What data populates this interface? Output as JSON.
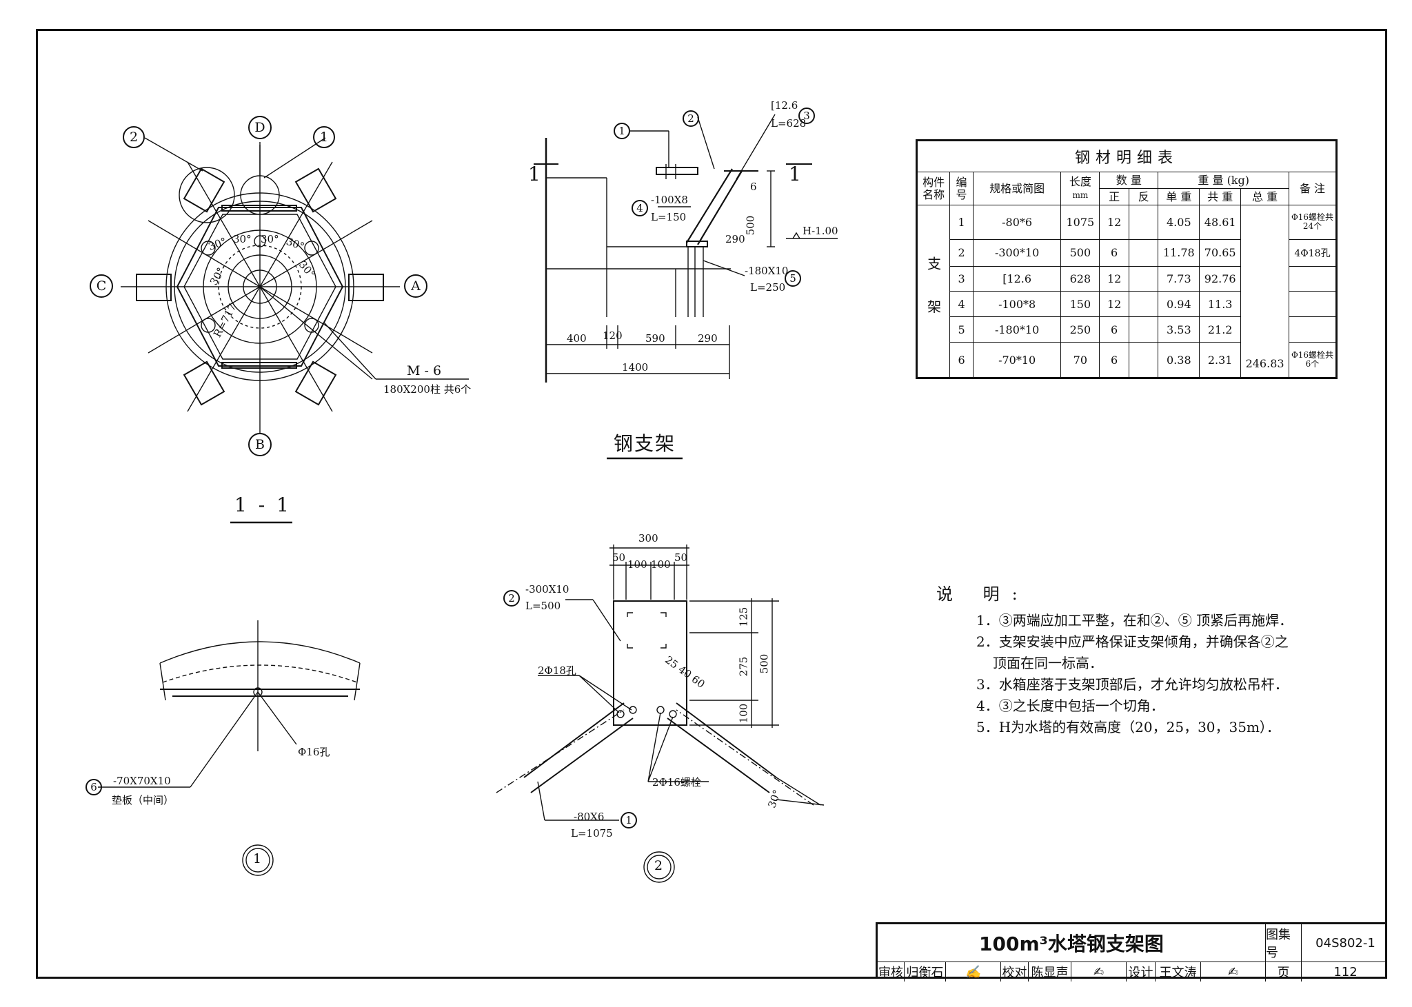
{
  "section_view": {
    "title": "1 - 1",
    "axis_labels": [
      "A",
      "B",
      "C",
      "D"
    ],
    "callouts": [
      "1",
      "2"
    ],
    "angle_labels": [
      "30°",
      "30°",
      "30°",
      "30°",
      "30°",
      "30°"
    ],
    "radius_label": "R=717",
    "column_label_1": "M - 6",
    "column_label_2": "180X200柱  共6个"
  },
  "bracket_view": {
    "title": "钢支架",
    "section_marks": [
      "1",
      "1"
    ],
    "part_markers": [
      "1",
      "2",
      "3",
      "4",
      "5"
    ],
    "part3_spec": "[12.6",
    "part3_len": "L=628",
    "part4_spec": "-100X8",
    "part4_len": "L=150",
    "part5_spec": "-180X10",
    "part5_len": "L=250",
    "elev": "H-1.00",
    "weld": "6",
    "dim_500": "500",
    "dim_290_top": "290",
    "dims_bottom": [
      "400",
      "120",
      "590",
      "290"
    ],
    "dim_total": "1400"
  },
  "detail1": {
    "marker": "1",
    "hole": "Φ16孔",
    "part_no": "6",
    "spec": "-70X70X10",
    "desc": "垫板（中间）"
  },
  "detail2": {
    "marker": "2",
    "dim_top": "300",
    "dims_top_row": [
      "50",
      "100",
      "100",
      "50"
    ],
    "part2_no": "2",
    "part2_spec": "-300X10",
    "part2_len": "L=500",
    "holes": "2Φ18孔",
    "dims_right": [
      "125",
      "275",
      "100"
    ],
    "dim_right_total": "500",
    "dims_bolt": "25 40 60",
    "bolts": "2Φ16螺栓",
    "part1_no": "1",
    "part1_spec": "-80X6",
    "part1_len": "L=1075",
    "angle": "30°"
  },
  "steel_table": {
    "title": "钢材明细表",
    "headers": {
      "member": "构件名称",
      "no": "编号",
      "spec": "规格或简图",
      "length": "长度",
      "length_unit": "mm",
      "qty": "数  量",
      "qty_pos": "正",
      "qty_neg": "反",
      "weight": "重  量 (kg)",
      "unit_w": "单 重",
      "sum_w": "共 重",
      "total_w": "总 重",
      "remark": "备 注"
    },
    "group": "支  架",
    "rows": [
      {
        "no": "1",
        "spec": "-80*6",
        "length": "1075",
        "pos": "12",
        "neg": "",
        "unit": "4.05",
        "sum": "48.61",
        "remark": "Φ16螺栓共24个"
      },
      {
        "no": "2",
        "spec": "-300*10",
        "length": "500",
        "pos": "6",
        "neg": "",
        "unit": "11.78",
        "sum": "70.65",
        "remark": "4Φ18孔"
      },
      {
        "no": "3",
        "spec": "[12.6",
        "length": "628",
        "pos": "12",
        "neg": "",
        "unit": "7.73",
        "sum": "92.76",
        "remark": ""
      },
      {
        "no": "4",
        "spec": "-100*8",
        "length": "150",
        "pos": "12",
        "neg": "",
        "unit": "0.94",
        "sum": "11.3",
        "remark": ""
      },
      {
        "no": "5",
        "spec": "-180*10",
        "length": "250",
        "pos": "6",
        "neg": "",
        "unit": "3.53",
        "sum": "21.2",
        "remark": ""
      },
      {
        "no": "6",
        "spec": "-70*10",
        "length": "70",
        "pos": "6",
        "neg": "",
        "unit": "0.38",
        "sum": "2.31",
        "remark": "Φ16螺栓共6个"
      }
    ],
    "total": "246.83"
  },
  "notes": {
    "heading": "说  明:",
    "items": [
      "1．③两端应加工平整，在和②、⑤ 顶紧后再施焊．",
      "2．支架安装中应严格保证支架倾角，并确保各②之",
      "    顶面在同一标高．",
      "3．水箱座落于支架顶部后，才允许均匀放松吊杆．",
      "4．③之长度中包括一个切角．",
      "5．H为水塔的有效高度（20，25，30，35m）．"
    ]
  },
  "title_block": {
    "title": "100m³水塔钢支架图",
    "atlas_label": "图集号",
    "atlas_no": "04S802-1",
    "review_label": "审核",
    "reviewer": "归衡石",
    "check_label": "校对",
    "checker": "陈显声",
    "design_label": "设计",
    "designer": "王文涛",
    "page_label": "页",
    "page_no": "112"
  }
}
